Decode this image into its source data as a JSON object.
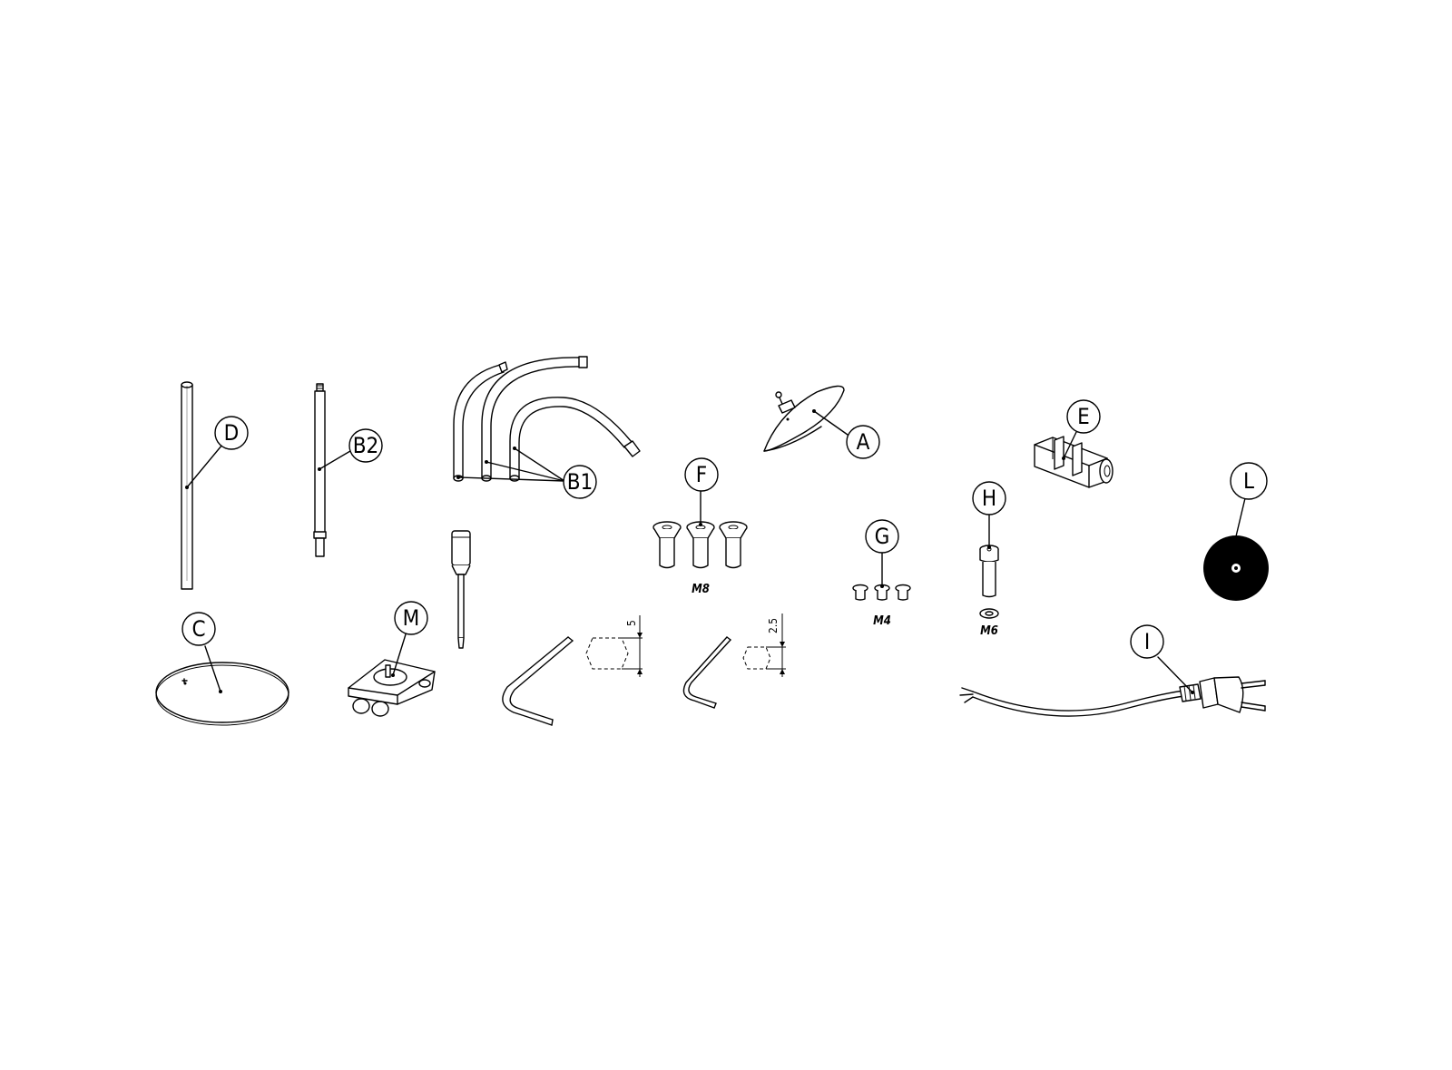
{
  "parts": {
    "D": "D",
    "B2": "B2",
    "B1": "B1",
    "A": "A",
    "E": "E",
    "F": "F",
    "L": "L",
    "H": "H",
    "G": "G",
    "C": "C",
    "M": "M",
    "I": "I"
  },
  "sizes": {
    "F": "M8",
    "G": "M4",
    "H": "M6"
  },
  "hex_keys": {
    "large": "5",
    "small": "2.5"
  }
}
